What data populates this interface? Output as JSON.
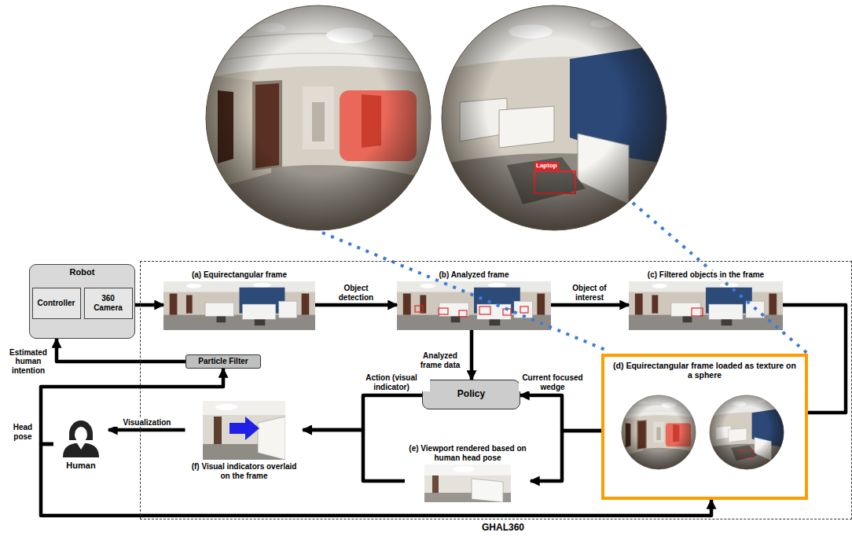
{
  "diagram": {
    "nodes": [
      {
        "text": [
          "Robot"
        ]
      },
      {
        "text": [
          "Controller"
        ],
        "in": 0
      },
      {
        "text": [
          "360 Camera"
        ],
        "in": 0
      },
      {
        "text": [
          "GHAL360"
        ]
      },
      {
        "text": [
          "(a) Equirectangular frame"
        ],
        "in": 3
      },
      {
        "text": [
          "(b) Analyzed frame"
        ],
        "in": 3
      },
      {
        "text": [
          "(c) Filtered objects in the frame"
        ],
        "in": 3
      },
      {
        "text": [
          "Particle Filter"
        ],
        "in": 3
      },
      {
        "text": [
          "Policy"
        ],
        "in": 3
      },
      {
        "text": [
          "(d) Equirectangular frame loaded as texture on a sphere"
        ],
        "in": 3
      },
      {
        "text": [
          "(f) Visual indicators overlaid on the frame"
        ],
        "in": 3
      },
      {
        "text": [
          "(e) Viewport rendered based on human head pose"
        ],
        "in": 3
      },
      {
        "text": [
          "Human"
        ]
      }
    ],
    "edges": [
      {
        "from": 2,
        "to": 4,
        "arrow": "to"
      },
      {
        "from": 4,
        "to": 5,
        "label": "Object detection",
        "arrow": "to"
      },
      {
        "from": 5,
        "to": 6,
        "label": "Object of interest",
        "arrow": "to"
      },
      {
        "from": 5,
        "to": 8,
        "label": "Analyzed frame data",
        "arrow": "to"
      },
      {
        "from": 6,
        "to": 9,
        "arrow": "none"
      },
      {
        "from": 9,
        "to": 8,
        "label": "Current focused wedge",
        "arrow": "to"
      },
      {
        "from": 9,
        "to": 11,
        "arrow": "to"
      },
      {
        "from": 8,
        "to": 10,
        "label": "Action (visual indicator)",
        "arrow": "to"
      },
      {
        "from": 11,
        "to": 10,
        "arrow": "to"
      },
      {
        "from": 10,
        "to": 12,
        "label": "Visualization",
        "arrow": "to"
      },
      {
        "from": 12,
        "to": 7,
        "label": "Head pose",
        "arrow": "to"
      },
      {
        "from": 12,
        "to": 9,
        "arrow": "to"
      },
      {
        "from": 7,
        "to": 0,
        "label": "Estimated human intention",
        "arrow": "to"
      }
    ],
    "labels": [
      "Laptop"
    ]
  }
}
